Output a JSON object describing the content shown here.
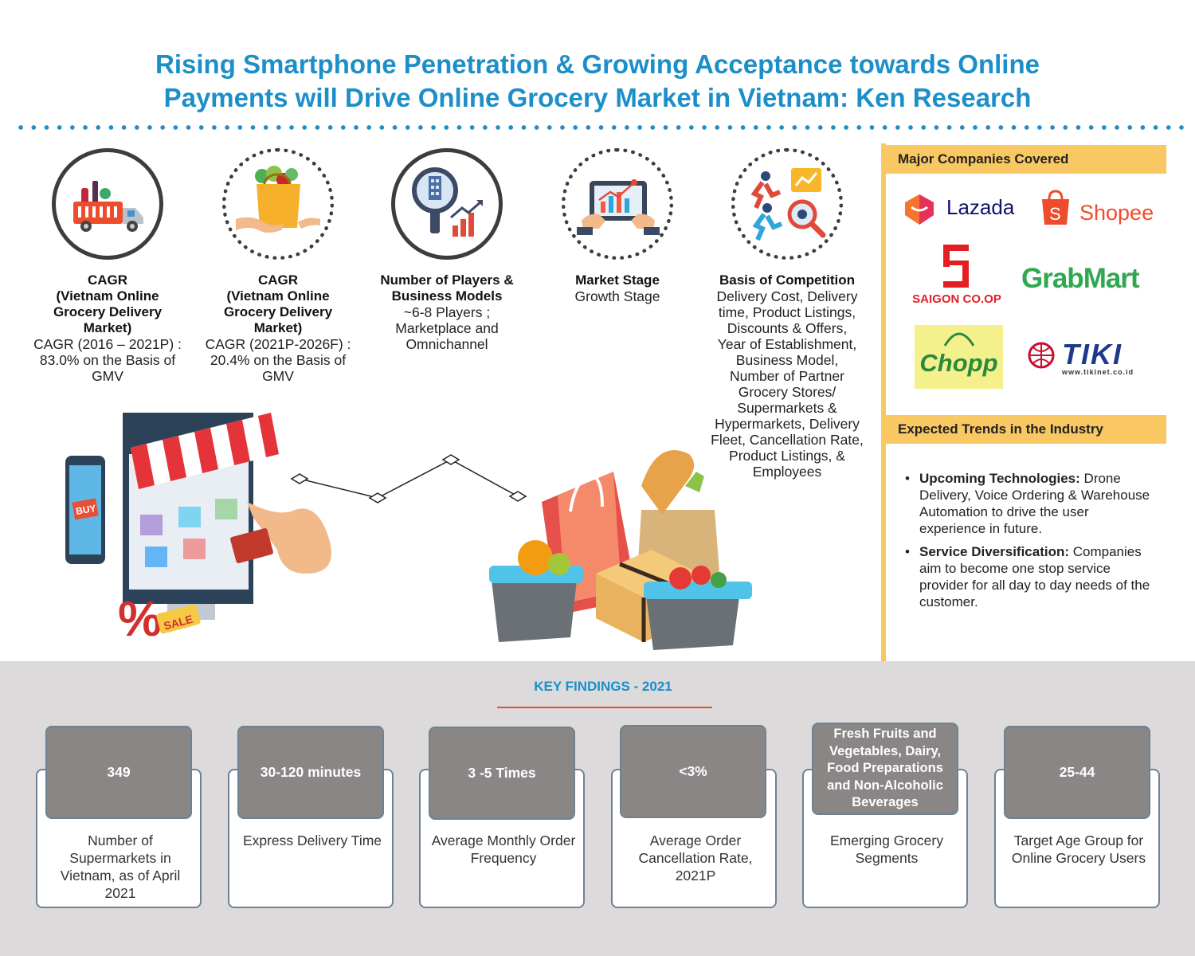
{
  "title": {
    "line1": "Rising Smartphone Penetration & Growing Acceptance towards Online",
    "line2": "Payments will Drive Online Grocery Market in Vietnam: Ken Research"
  },
  "stats": [
    {
      "head": "CAGR\n(Vietnam Online\nGrocery Delivery\nMarket)",
      "text": "CAGR (2016 – 2021P) :\n83.0% on the Basis of\nGMV",
      "icon": "delivery-truck-icon"
    },
    {
      "head": "CAGR\n(Vietnam Online\nGrocery Delivery\nMarket)",
      "text": "CAGR (2021P-2026F) :\n20.4% on the Basis of\nGMV",
      "icon": "grocery-bag-hand-icon"
    },
    {
      "head": "Number of Players &\nBusiness Models",
      "text": "~6-8 Players ;\nMarketplace and\nOmnichannel",
      "icon": "magnifier-growth-chart-icon"
    },
    {
      "head": "Market Stage",
      "text": "Growth Stage",
      "icon": "tablet-analytics-icon"
    },
    {
      "head": "Basis of Competition",
      "text": "Delivery Cost, Delivery\ntime,  Product Listings,\nDiscounts & Offers,\nYear of Establishment,\nBusiness Model,\nNumber of Partner\nGrocery Stores/\nSupermarkets &\nHypermarkets, Delivery\nFleet, Cancellation Rate,\nProduct Listings, &\nEmployees",
      "icon": "competition-runners-icon"
    }
  ],
  "sidebar": {
    "companies_head": "Major Companies Covered",
    "logos": [
      "Lazada",
      "Shopee",
      "SAIGON CO.OP",
      "GrabMart",
      "Chopp",
      "TIKI",
      "www.tikinet.co.id"
    ],
    "trends_head": "Expected Trends in the Industry",
    "trends": [
      {
        "label": "Upcoming Technologies:",
        "text": " Drone Delivery, Voice Ordering  & Warehouse Automation to drive the  user experience in future."
      },
      {
        "label": "Service Diversification:",
        "text": " Companies aim to become one stop service provider for all day to day needs of the customer."
      }
    ]
  },
  "illustration": {
    "buy": "BUY",
    "sale": "SALE",
    "percent": "%"
  },
  "key_findings": {
    "title": "KEY FINDINGS - 2021",
    "cards": [
      {
        "value": "349",
        "label": "Number of Supermarkets in Vietnam, as of April 2021"
      },
      {
        "value": "30-120 minutes",
        "label": "Express  Delivery Time"
      },
      {
        "value": "3 -5 Times",
        "label": "Average Monthly Order Frequency"
      },
      {
        "value": "<3%",
        "label": "Average Order Cancellation Rate, 2021P"
      },
      {
        "value": "Fresh Fruits and Vegetables, Dairy, Food Preparations and Non-Alcoholic Beverages",
        "label": "Emerging Grocery Segments"
      },
      {
        "value": "25-44",
        "label": "Target Age Group for Online Grocery Users"
      }
    ]
  },
  "colors": {
    "title_blue": "#1c8fc9",
    "sidebar_yellow": "#f9c863",
    "card_grey": "#898685",
    "accent_red": "#e2542a"
  }
}
